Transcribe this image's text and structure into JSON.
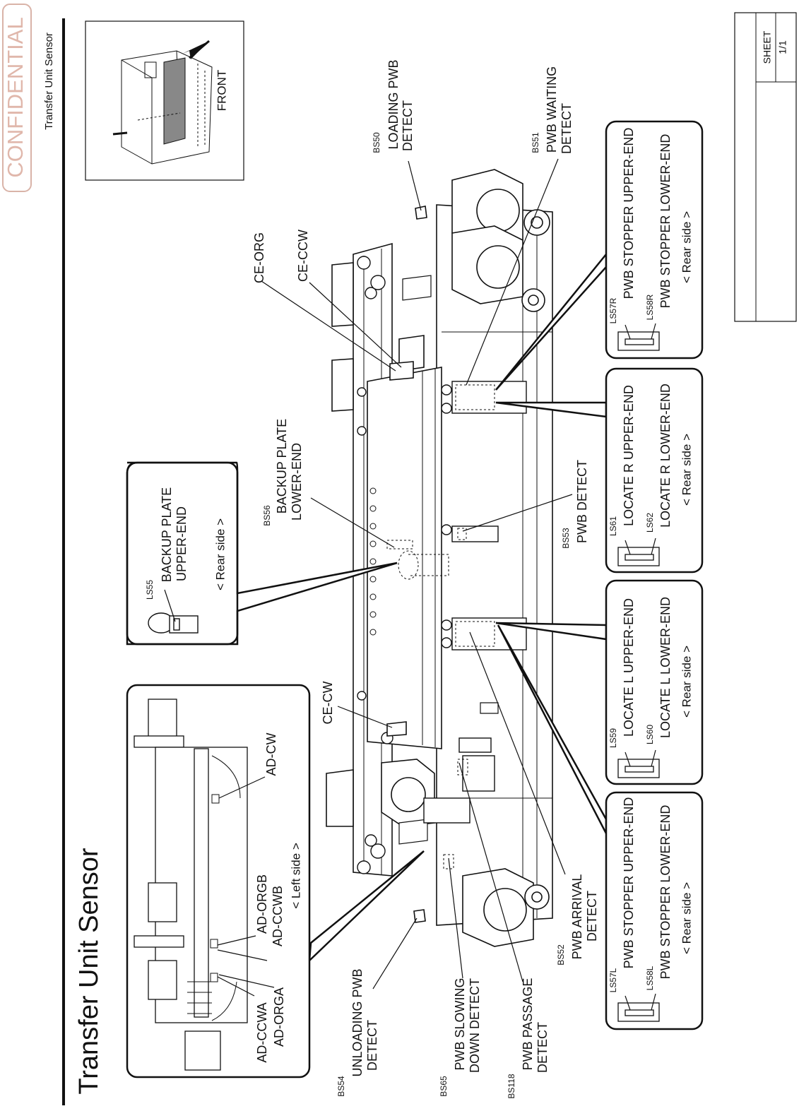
{
  "header": {
    "confidential": "CONFIDENTIAL",
    "running_title": "Transfer Unit Sensor",
    "page_title": "Transfer Unit Sensor"
  },
  "thumbnail": {
    "caption": "FRONT"
  },
  "title_block": {
    "sheet_label": "SHEET",
    "sheet_value": "1/1"
  },
  "sensors": [
    {
      "code": "BS50",
      "lines": [
        "LOADING PWB",
        "DETECT"
      ]
    },
    {
      "code": "BS51",
      "lines": [
        "PWB WAITING",
        "DETECT"
      ]
    },
    {
      "code": "BS53",
      "lines": [
        "PWB DETECT"
      ]
    },
    {
      "code": "BS56",
      "lines": [
        "BACKUP PLATE",
        "LOWER-END"
      ]
    },
    {
      "code": "BS52",
      "lines": [
        "PWB ARRIVAL",
        "DETECT"
      ]
    },
    {
      "code": "BS54",
      "lines": [
        "UNLOADING PWB",
        "DETECT"
      ]
    },
    {
      "code": "BS65",
      "lines": [
        "PWB SLOWING",
        "DOWN DETECT"
      ]
    },
    {
      "code": "BS118",
      "lines": [
        "PWB PASSAGE",
        "DETECT"
      ]
    }
  ],
  "plain_labels": {
    "ce_org": "CE-ORG",
    "ce_ccw": "CE-CCW",
    "ce_cw": "CE-CW"
  },
  "callouts": {
    "backup": {
      "code": "LS55",
      "lines": [
        "BACKUP PLATE",
        "UPPER-END"
      ],
      "side": "< Rear side >"
    },
    "ad": {
      "ad_cw": "AD-CW",
      "ad_orgb": "AD-ORGB",
      "ad_ccwb": "AD-CCWB",
      "ad_ccwa": "AD-CCWA",
      "ad_orga": "AD-ORGA",
      "side": "< Left side >"
    },
    "stopper_r": {
      "code1": "LS57R",
      "text1": "PWB STOPPER UPPER-END",
      "code2": "LS58R",
      "text2": "PWB STOPPER LOWER-END",
      "side": "< Rear side >"
    },
    "locate_r": {
      "code1": "LS61",
      "text1": "LOCATE  R UPPER-END",
      "code2": "LS62",
      "text2": "LOCATE  R LOWER-END",
      "side": "< Rear side >"
    },
    "locate_l": {
      "code1": "LS59",
      "text1": "LOCATE  L UPPER-END",
      "code2": "LS60",
      "text2": "LOCATE  L LOWER-END",
      "side": "< Rear side >"
    },
    "stopper_l": {
      "code1": "LS57L",
      "text1": "PWB STOPPER UPPER-END",
      "code2": "LS58L",
      "text2": "PWB STOPPER LOWER-END",
      "side": "< Rear side >"
    }
  }
}
